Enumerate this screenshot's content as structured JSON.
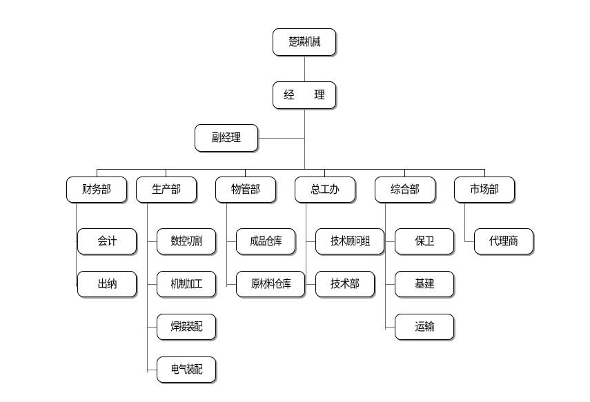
{
  "diagram": {
    "title_node": {
      "label": "楚璜机械"
    },
    "manager": {
      "label": "经　理"
    },
    "deputy_manager": {
      "label": "副经理"
    },
    "departments": [
      {
        "label": "财务部",
        "children": [
          {
            "label": "会计"
          },
          {
            "label": "出纳"
          }
        ]
      },
      {
        "label": "生产部",
        "children": [
          {
            "label": "数控切割"
          },
          {
            "label": "机制加工"
          },
          {
            "label": "焊接装配"
          },
          {
            "label": "电气装配"
          }
        ]
      },
      {
        "label": "物管部",
        "children": [
          {
            "label": "成品仓库"
          },
          {
            "label": "原材料仓库"
          }
        ]
      },
      {
        "label": "总工办",
        "children": [
          {
            "label": "技术顾问组"
          },
          {
            "label": "技术部"
          }
        ]
      },
      {
        "label": "综合部",
        "children": [
          {
            "label": "保卫"
          },
          {
            "label": "基建"
          },
          {
            "label": "运输"
          }
        ]
      },
      {
        "label": "市场部",
        "children": [
          {
            "label": "代理商"
          }
        ]
      }
    ]
  },
  "colors": {
    "box_border": "#000000",
    "box_fill": "#ffffff",
    "box_shadow": "#9a9a9a",
    "connector": "#6b6b6b",
    "canvas": "#ffffff",
    "text": "#000000"
  }
}
